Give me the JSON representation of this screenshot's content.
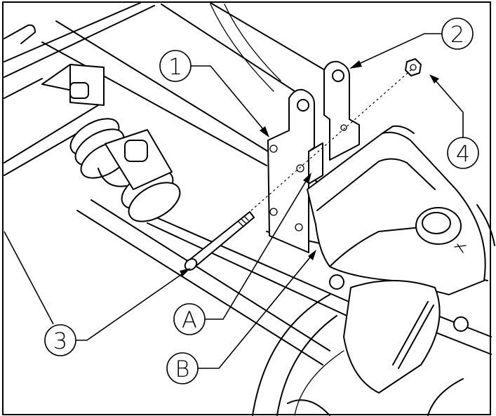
{
  "callouts": [
    {
      "id": "1",
      "label": "1"
    },
    {
      "id": "2",
      "label": "2"
    },
    {
      "id": "3",
      "label": "3"
    },
    {
      "id": "4",
      "label": "4"
    },
    {
      "id": "A",
      "label": "A"
    },
    {
      "id": "B",
      "label": "B"
    }
  ]
}
